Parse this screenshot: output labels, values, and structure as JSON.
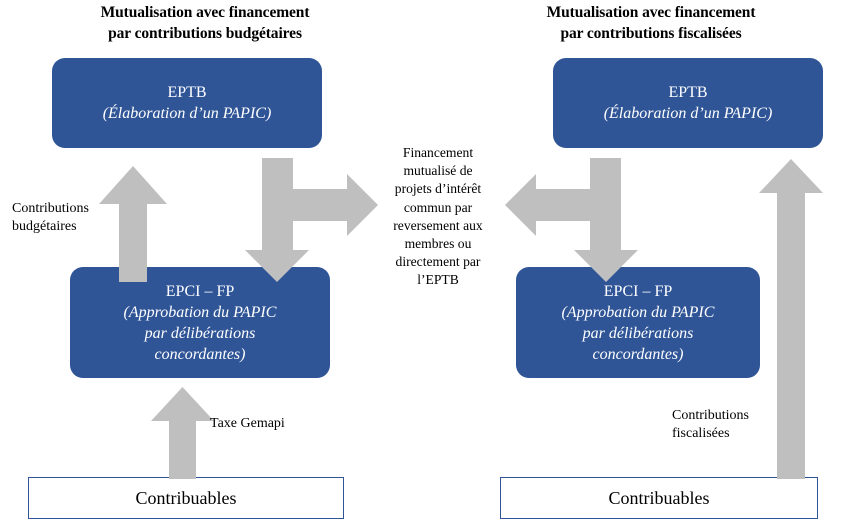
{
  "colors": {
    "box_blue": "#2f5597",
    "arrow_gray": "#bfbfbf",
    "box_border_blue": "#2f5597",
    "text_white": "#ffffff",
    "text_black": "#000000",
    "background": "#ffffff"
  },
  "titles": {
    "left_line1": "Mutualisation avec financement",
    "left_line2": "par contributions budgétaires",
    "right_line1": "Mutualisation avec financement",
    "right_line2": "par contributions fiscalisées"
  },
  "left_column": {
    "eptb": {
      "line1": "EPTB",
      "line2": "(Élaboration d’un PAPIC)"
    },
    "epci": {
      "line1": "EPCI – FP",
      "line2": "(Approbation du PAPIC",
      "line3": "par délibérations",
      "line4": "concordantes)"
    },
    "contribuables": "Contribuables",
    "arrow_label_up": "Contributions\nbudgétaires",
    "arrow_label_up_line1": "Contributions",
    "arrow_label_up_line2": "budgétaires",
    "arrow_label_taxe": "Taxe Gemapi"
  },
  "right_column": {
    "eptb": {
      "line1": "EPTB",
      "line2": "(Élaboration d’un PAPIC)"
    },
    "epci": {
      "line1": "EPCI – FP",
      "line2": "(Approbation du PAPIC",
      "line3": "par délibérations",
      "line4": "concordantes)"
    },
    "contribuables": "Contribuables",
    "arrow_label_up_line1": "Contributions",
    "arrow_label_up_line2": "fiscalisées"
  },
  "center": {
    "line1": "Financement",
    "line2": "mutualisé de",
    "line3": "projets d’intérêt",
    "line4": "commun par",
    "line5": "reversement aux",
    "line6": "membres ou",
    "line7": "directement par",
    "line8": "l’EPTB"
  },
  "icons": {
    "arrow_up_left": "arrow-up-icon",
    "arrow_up_taxe": "arrow-up-icon",
    "arrow_up_right_tall": "arrow-up-icon",
    "arrow_bent_down_right": "arrow-bent-down-right-icon",
    "arrow_bent_down_left": "arrow-bent-down-left-icon"
  }
}
